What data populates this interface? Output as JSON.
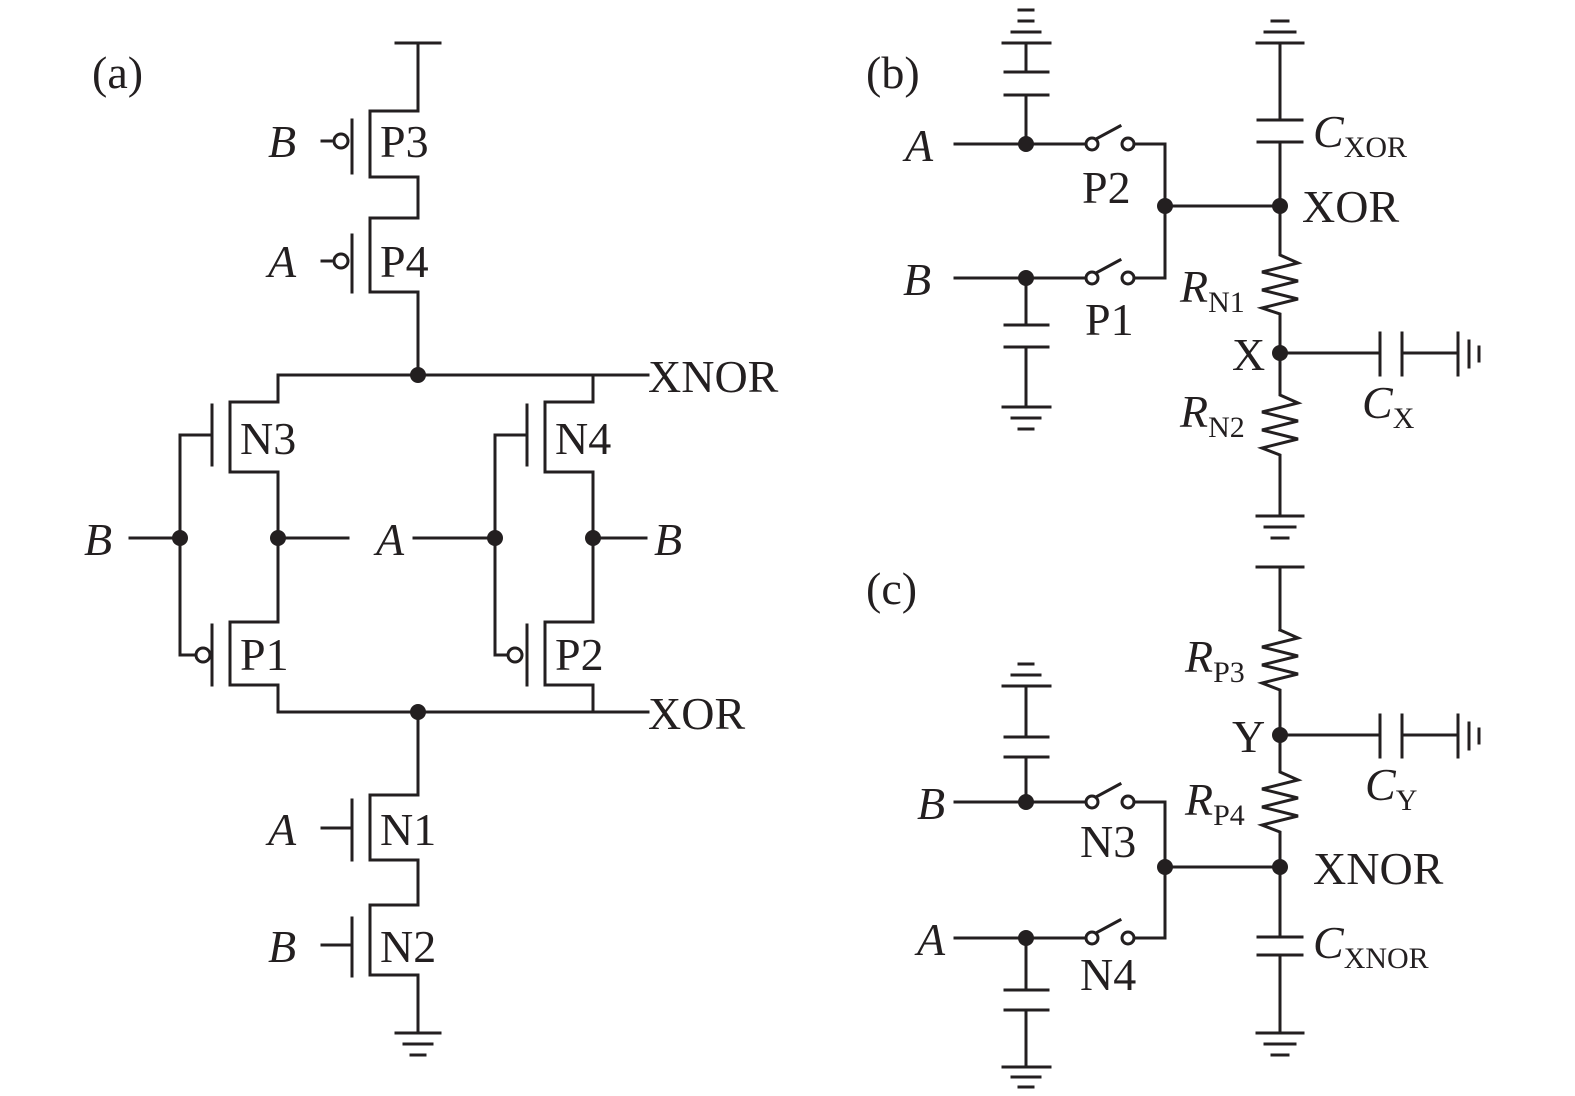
{
  "panels": {
    "a": {
      "tag": "(a)",
      "inputs": {
        "b_p3": "B",
        "a_p4": "A",
        "b_left": "B",
        "a_mid": "A",
        "b_right": "B",
        "a_n1": "A",
        "b_n2": "B"
      },
      "transistors": {
        "p3": "P3",
        "p4": "P4",
        "n3": "N3",
        "n4": "N4",
        "p1": "P1",
        "p2": "P2",
        "n1": "N1",
        "n2": "N2"
      },
      "outputs": {
        "xnor": "XNOR",
        "xor": "XOR"
      }
    },
    "b": {
      "tag": "(b)",
      "inputs": {
        "a": "A",
        "b": "B"
      },
      "switches": {
        "p2": "P2",
        "p1": "P1"
      },
      "capacitors": {
        "cxor_main": "C",
        "cxor_sub": "XOR",
        "cx_main": "C",
        "cx_sub": "X"
      },
      "resistors": {
        "rn1_main": "R",
        "rn1_sub": "N1",
        "rn2_main": "R",
        "rn2_sub": "N2"
      },
      "nodes": {
        "xor": "XOR",
        "x": "X"
      }
    },
    "c": {
      "tag": "(c)",
      "inputs": {
        "b": "B",
        "a": "A"
      },
      "switches": {
        "n3": "N3",
        "n4": "N4"
      },
      "capacitors": {
        "cy_main": "C",
        "cy_sub": "Y",
        "cxnor_main": "C",
        "cxnor_sub": "XNOR"
      },
      "resistors": {
        "rp3_main": "R",
        "rp3_sub": "P3",
        "rp4_main": "R",
        "rp4_sub": "P4"
      },
      "nodes": {
        "y": "Y",
        "xnor": "XNOR"
      }
    }
  }
}
